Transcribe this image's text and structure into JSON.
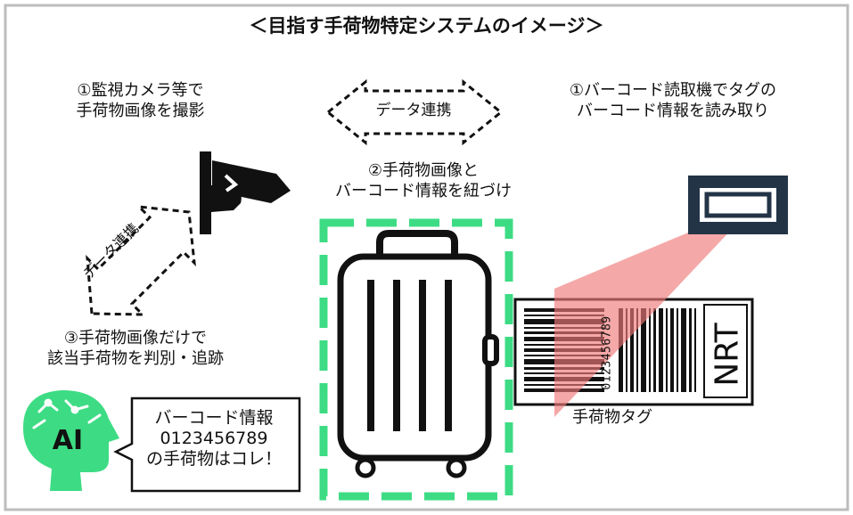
{
  "title": "＜目指す手荷物特定システムのイメージ＞",
  "steps": {
    "camera": [
      "①監視カメラ等で",
      "手荷物画像を撮影"
    ],
    "reader": [
      "①バーコード読取機でタグの",
      "バーコード情報を読み取り"
    ],
    "link": [
      "②手荷物画像と",
      "バーコード情報を紐づけ"
    ],
    "identify": [
      "③手荷物画像だけで",
      "該当手荷物を判別・追跡"
    ]
  },
  "data_link_label": "データ連携",
  "data_link_label_diagonal": "データ連携",
  "tag": {
    "caption": "手荷物タグ",
    "code": "NRT",
    "barcode_number": "0123456789"
  },
  "ai": {
    "label": "AI",
    "bubble": [
      "バーコード情報",
      "0123456789",
      "の手荷物はコレ！"
    ]
  },
  "colors": {
    "frame": "#bdbdbd",
    "highlight": "#3ddc84",
    "ai_head": "#3ddc84",
    "reader": "#243447",
    "beam": "#f07a7a",
    "ink": "#111111"
  },
  "icons": [
    "security-camera-icon",
    "suitcase-icon",
    "barcode-reader-icon",
    "ai-head-icon",
    "speech-bubble-icon",
    "luggage-tag-icon"
  ]
}
